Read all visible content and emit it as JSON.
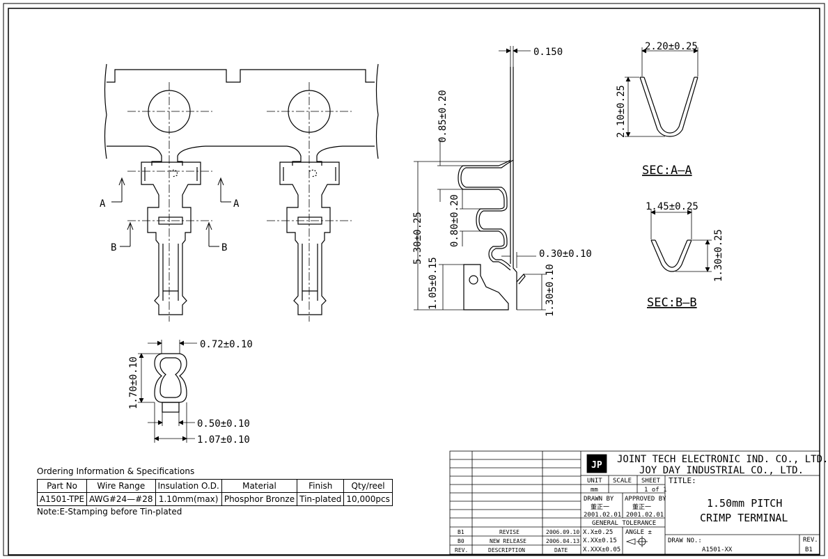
{
  "dims": {
    "thickness": "0.150",
    "depth_085": "0.85±0.20",
    "depth_080": "0.80±0.20",
    "depth_530": "5.30±0.25",
    "depth_105": "1.05±0.15",
    "lance_030": "0.30±0.10",
    "lance_130": "1.30±0.10",
    "tab_072": "0.72±0.10",
    "tab_170": "1.70±0.10",
    "tab_050": "0.50±0.10",
    "tab_107": "1.07±0.10",
    "secA_w": "2.20±0.25",
    "secA_h": "2.10±0.25",
    "secB_w": "1.45±0.25",
    "secB_h": "1.30±0.25"
  },
  "labels": {
    "a": "A",
    "b": "B",
    "sec_a": "SEC:A—A",
    "sec_b": "SEC:B—B"
  },
  "spec": {
    "caption": "Ordering Information & Specifications",
    "headers": [
      "Part No",
      "Wire Range",
      "Insulation O.D.",
      "Material",
      "Finish",
      "Qty/reel"
    ],
    "row": [
      "A1501-TPE",
      "AWG#24—#28",
      "1.10mm(max)",
      "Phosphor Bronze",
      "Tin-plated",
      "10,000pcs"
    ],
    "note": "Note:E-Stamping before Tin-plated"
  },
  "titleblock": {
    "company1": "JOINT TECH ELECTRONIC IND. CO., LTD.",
    "company2": "JOY DAY INDUSTRIAL CO., LTD.",
    "unit_label": "UNIT",
    "unit_value": "mm",
    "scale_label": "SCALE",
    "sheet_label": "SHEET",
    "sheet_value": "1 of 1",
    "title_label": "TITLE:",
    "title_line1": "1.50mm PITCH",
    "title_line2": "CRIMP TERMINAL",
    "drawn_label": "DRAWN BY",
    "drawn_name": "董正一",
    "drawn_date": "2001.02.01",
    "approved_label": "APPROVED BY",
    "approved_name": "董正一",
    "approved_date": "2001.02.01",
    "tol_label": "GENERAL TOLERANCE",
    "tol1": "X.X±0.25",
    "tol2": "X.XX±0.15",
    "tol3": "X.XXX±0.05",
    "angle_label": "ANGLE ±",
    "drawno_label": "DRAW NO.:",
    "drawno_value": "A1501-XX",
    "rev_label": "REV.",
    "rev_value": "B1",
    "rows": [
      {
        "rev": "B1",
        "desc": "REVISE",
        "date": "2006.09.10"
      },
      {
        "rev": "B0",
        "desc": "NEW RELEASE",
        "date": "2006.04.13"
      }
    ],
    "col_rev": "REV.",
    "col_desc": "DESCRIPTION",
    "col_date": "DATE"
  }
}
